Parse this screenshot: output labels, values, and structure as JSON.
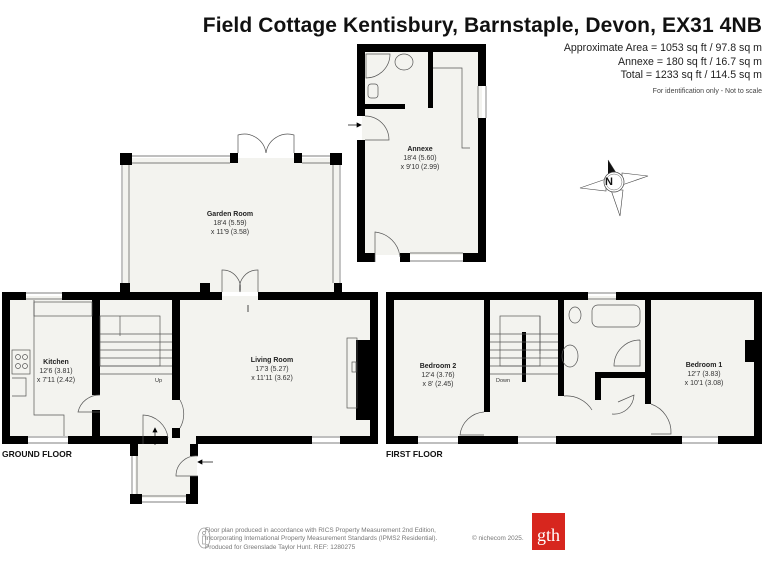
{
  "header": {
    "title": "Field Cottage Kentisbury, Barnstaple, Devon, EX31 4NB",
    "approx_area": "Approximate Area = 1053 sq ft / 97.8 sq m",
    "annexe_area": "Annexe = 180 sq ft / 16.7 sq m",
    "total_area": "Total = 1233 sq ft / 114.5 sq m",
    "note": "For identification only - Not to scale"
  },
  "compass": {
    "label": "N",
    "icon": "north-compass-icon"
  },
  "floors": {
    "ground": {
      "label": "GROUND FLOOR"
    },
    "first": {
      "label": "FIRST FLOOR"
    }
  },
  "rooms": {
    "annexe": {
      "name": "Annexe",
      "dim1": "18'4 (5.60)",
      "dim2": "x 9'10 (2.99)"
    },
    "garden_room": {
      "name": "Garden Room",
      "dim1": "18'4 (5.59)",
      "dim2": "x 11'9 (3.58)"
    },
    "kitchen": {
      "name": "Kitchen",
      "dim1": "12'6 (3.81)",
      "dim2": "x 7'11 (2.42)"
    },
    "living_room": {
      "name": "Living Room",
      "dim1": "17'3 (5.27)",
      "dim2": "x 11'11 (3.62)"
    },
    "bedroom2": {
      "name": "Bedroom 2",
      "dim1": "12'4 (3.76)",
      "dim2": "x 8' (2.45)"
    },
    "bedroom1": {
      "name": "Bedroom 1",
      "dim1": "12'7 (3.83)",
      "dim2": "x 10'1 (3.08)"
    }
  },
  "stairs": {
    "ground_label": "Up",
    "first_label": "Down"
  },
  "footer": {
    "line1": "Floor plan produced in accordance with RICS Property Measurement 2nd Edition,",
    "line2": "Incorporating International Property Measurement Standards (IPMS2 Residential).",
    "line3": "Produced for Greenslade Taylor Hunt.   REF: 1280275",
    "copyright": "© nichecom 2025.",
    "logo_text": "gth",
    "logo_color": "#d7261e"
  }
}
